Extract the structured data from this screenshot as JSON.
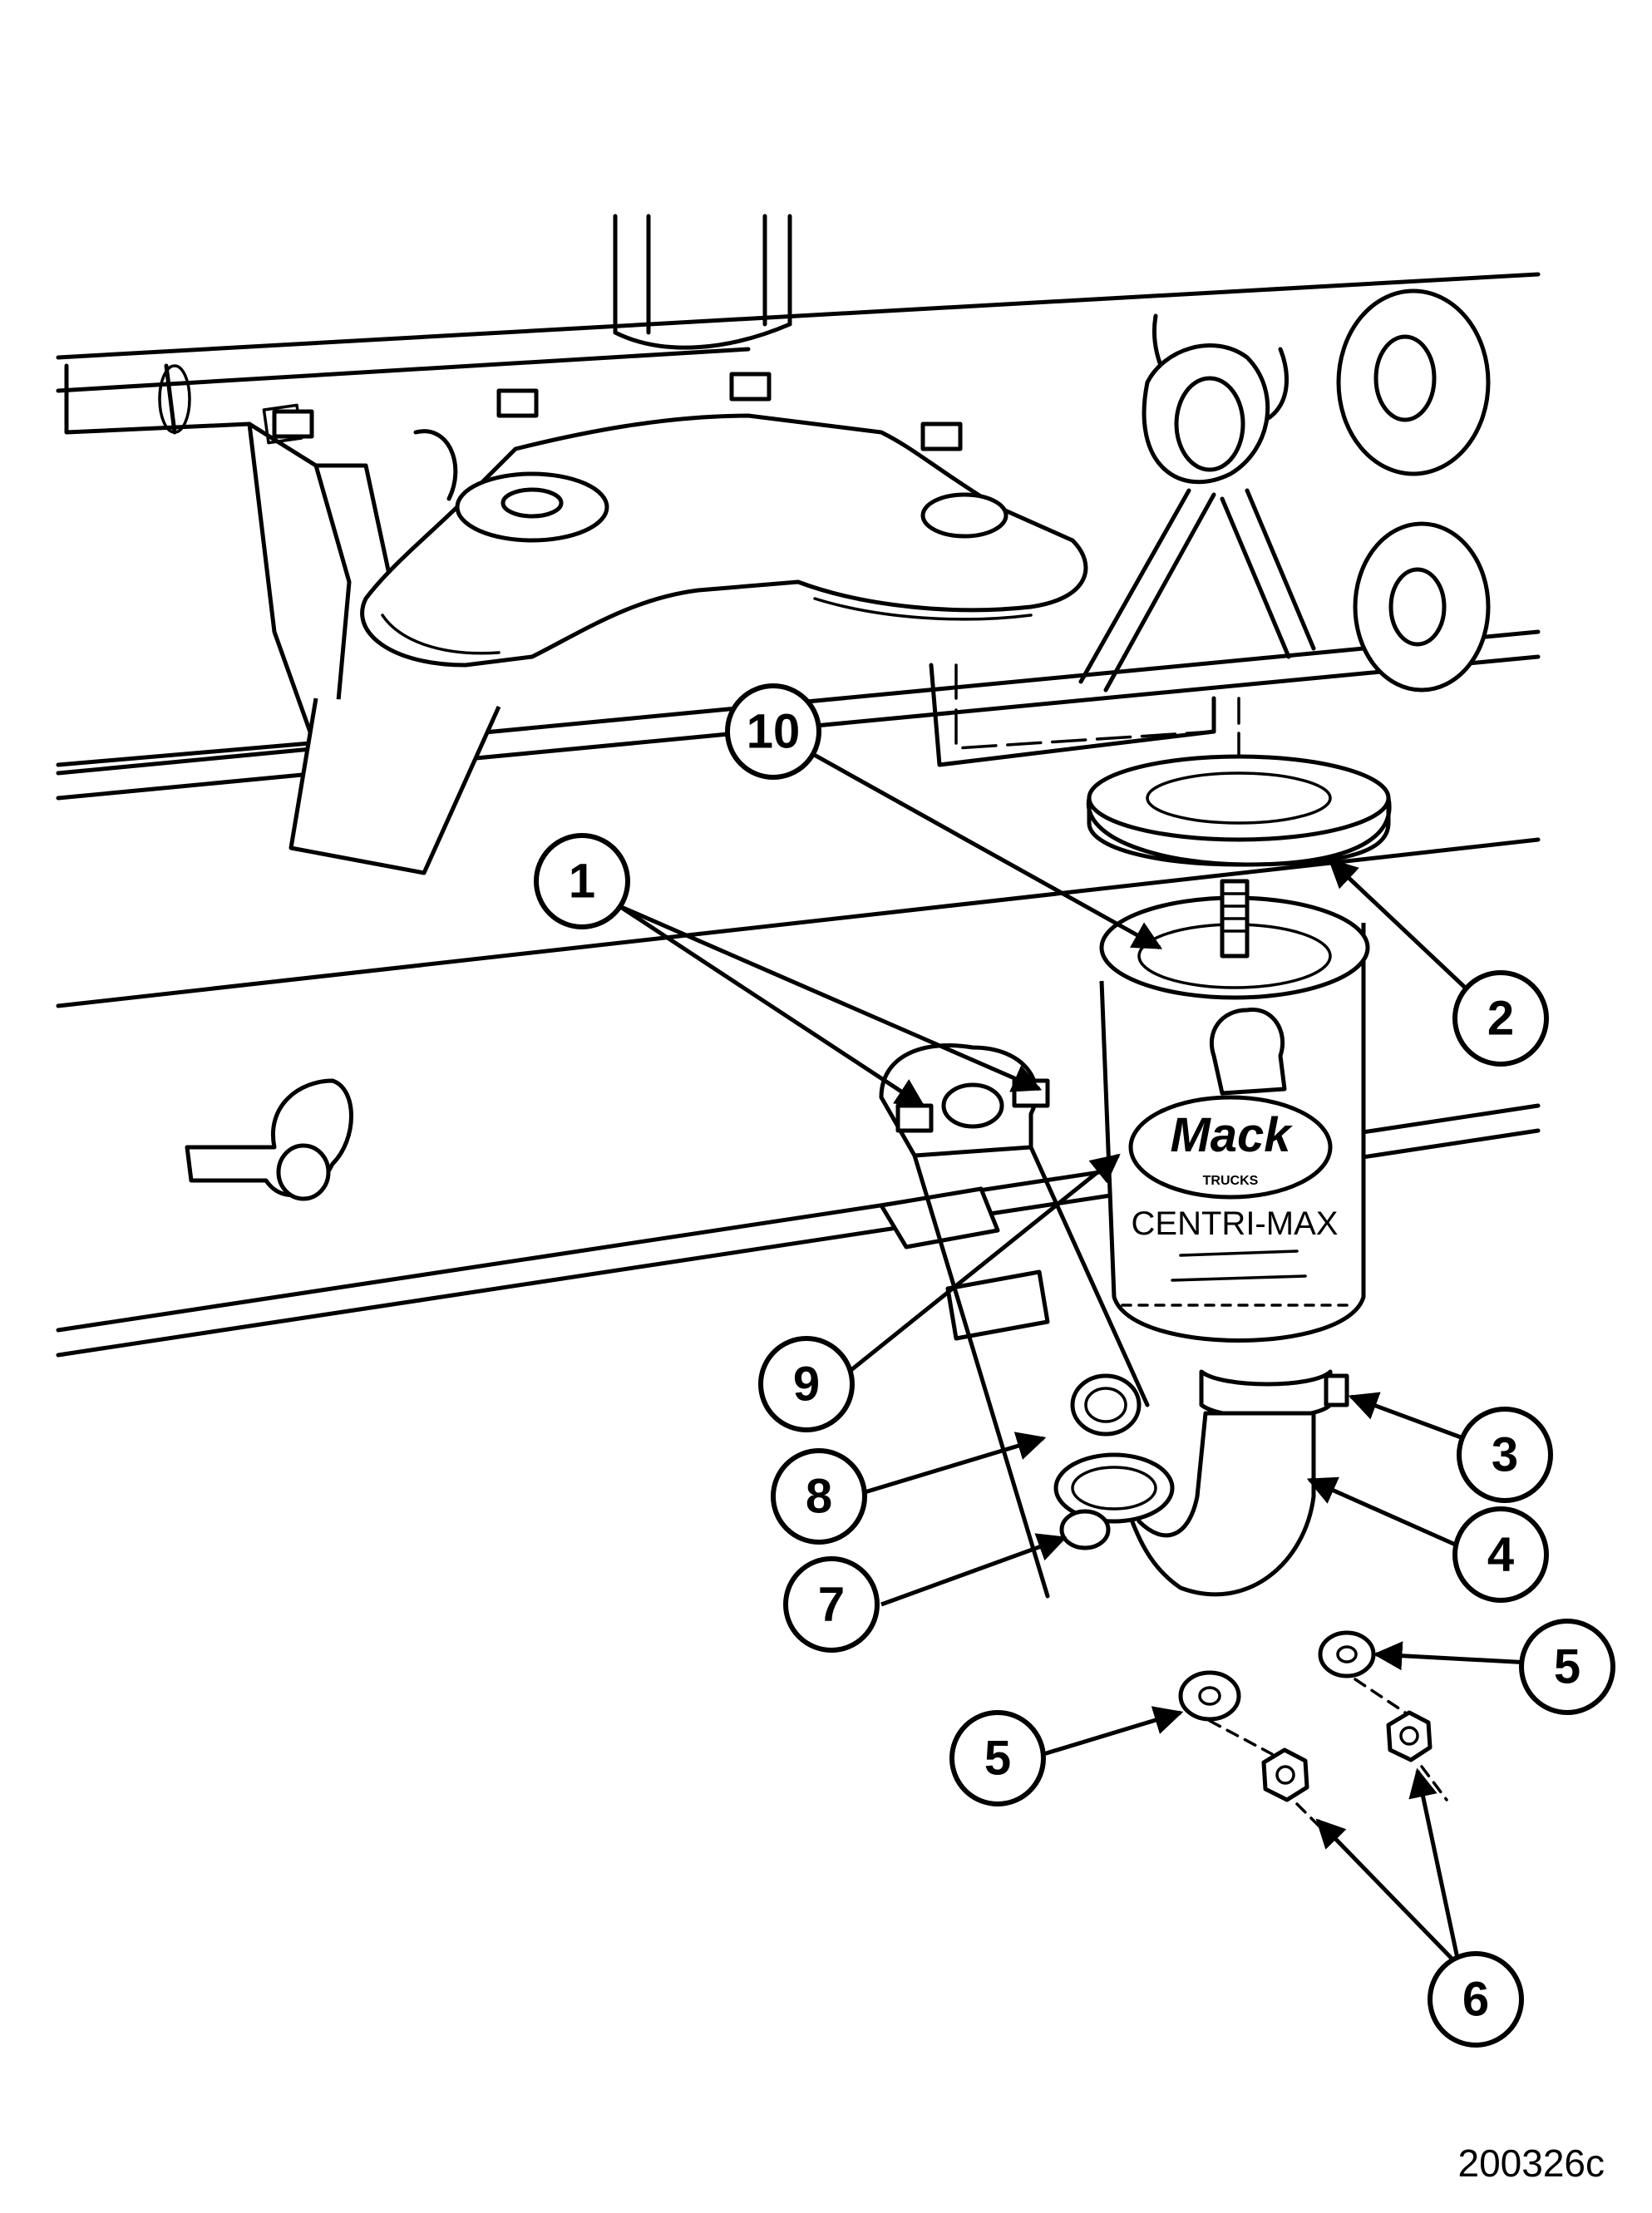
{
  "figure": {
    "id": "200326c",
    "logo_text": "Mack",
    "logo_subtext": "TRUCKS",
    "label_text": "CENTRI-MAX"
  },
  "callouts": [
    {
      "label": "1"
    },
    {
      "label": "2"
    },
    {
      "label": "3"
    },
    {
      "label": "4"
    },
    {
      "label": "5"
    },
    {
      "label": "5"
    },
    {
      "label": "6"
    },
    {
      "label": "7"
    },
    {
      "label": "8"
    },
    {
      "label": "9"
    },
    {
      "label": "10"
    }
  ],
  "colors": {
    "line": "#000000",
    "background": "#ffffff"
  }
}
